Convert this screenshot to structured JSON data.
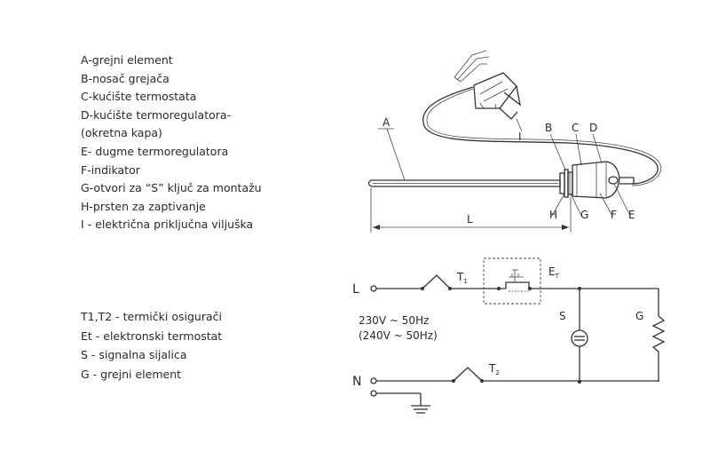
{
  "legend_parts": [
    "A-grejni element",
    "B-nosač grejača",
    "C-kućište termostata",
    "D-kućište termoregulatora-",
    "(okretna kapa)",
    "E- dugme termoregulatora",
    "F-indikator",
    "G-otvori za “S” ključ za montažu",
    "H-prsten za zaptivanje",
    "I - električna priključna viljuška"
  ],
  "legend_circuit": [
    "T1,T2 - termički osigurači",
    "Et - elektronski termostat",
    "S - signalna sijalica",
    "G - grejni element"
  ],
  "drawing": {
    "labels": {
      "A": "A",
      "B": "B",
      "C": "C",
      "D": "D",
      "E": "E",
      "F": "F",
      "G": "G",
      "H": "H",
      "I": "I",
      "L": "L"
    }
  },
  "circuit": {
    "line_L": "L",
    "line_N": "N",
    "voltage_1": "230V ~ 50Hz",
    "voltage_2": "(240V ~ 50Hz)",
    "t1": "T",
    "t1_sub": "1",
    "t2": "T",
    "t2_sub": "2",
    "et": "E",
    "et_sub": "T",
    "s": "S",
    "g": "G"
  },
  "colors": {
    "line": "#333333",
    "text": "#2a2a2a",
    "background": "#ffffff"
  }
}
